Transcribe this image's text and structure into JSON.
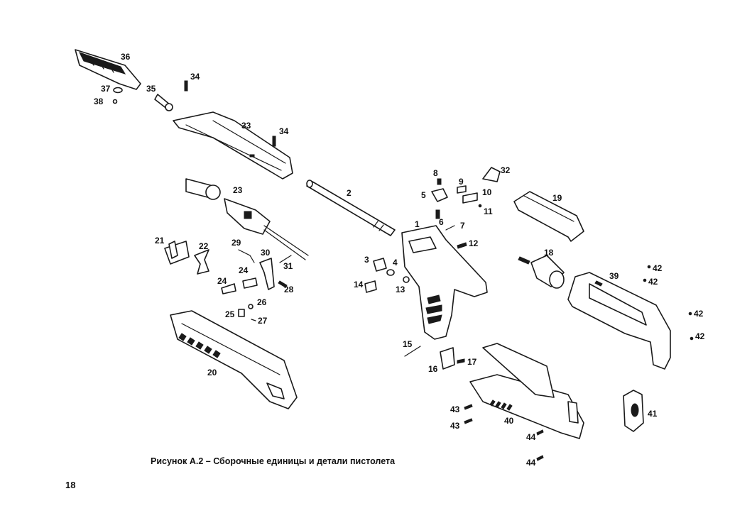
{
  "caption": "Рисунок А.2 – Сборочные единицы и детали пистолета",
  "page_number": "18",
  "part_labels": [
    "36",
    "37",
    "38",
    "35",
    "34",
    "33",
    "34",
    "23",
    "2",
    "8",
    "32",
    "9",
    "10",
    "5",
    "11",
    "19",
    "1",
    "6",
    "7",
    "12",
    "21",
    "22",
    "29",
    "30",
    "31",
    "18",
    "3",
    "4",
    "24",
    "42",
    "39",
    "42",
    "14",
    "13",
    "28",
    "24",
    "26",
    "25",
    "27",
    "42",
    "42",
    "15",
    "17",
    "16",
    "20",
    "43",
    "40",
    "43",
    "41",
    "44",
    "44"
  ]
}
